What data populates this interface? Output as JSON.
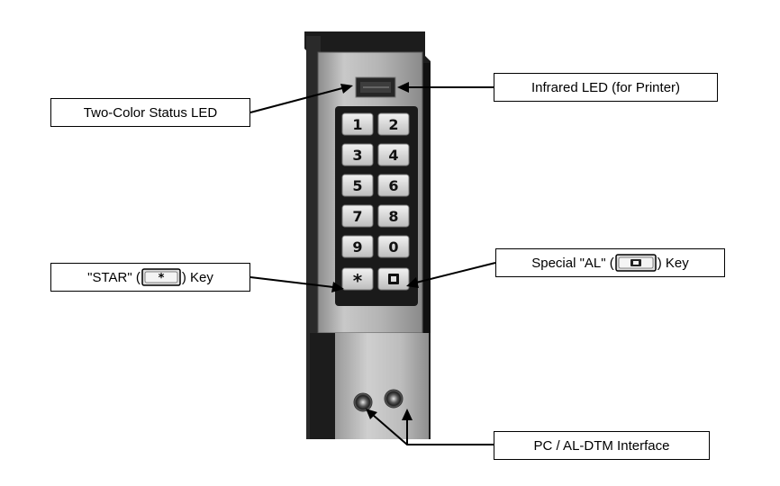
{
  "callouts": {
    "two_color_led": "Two-Color Status LED",
    "infrared_led": "Infrared LED (for Printer)",
    "star_key": {
      "prefix": "\"STAR\" (",
      "suffix": ") Key",
      "icon": "star-key-icon"
    },
    "al_key": {
      "prefix": "Special \"AL\" (",
      "suffix": ") Key",
      "icon": "al-key-icon"
    },
    "pc_interface": "PC / AL-DTM Interface"
  },
  "keypad": {
    "keys": [
      "1",
      "2",
      "3",
      "4",
      "5",
      "6",
      "7",
      "8",
      "9",
      "0",
      "*",
      "AL"
    ]
  },
  "colors": {
    "housing": "#1c1c1c",
    "faceplate": "#b9b9b9",
    "key": "#e2e2e2",
    "key_text": "#111111"
  }
}
